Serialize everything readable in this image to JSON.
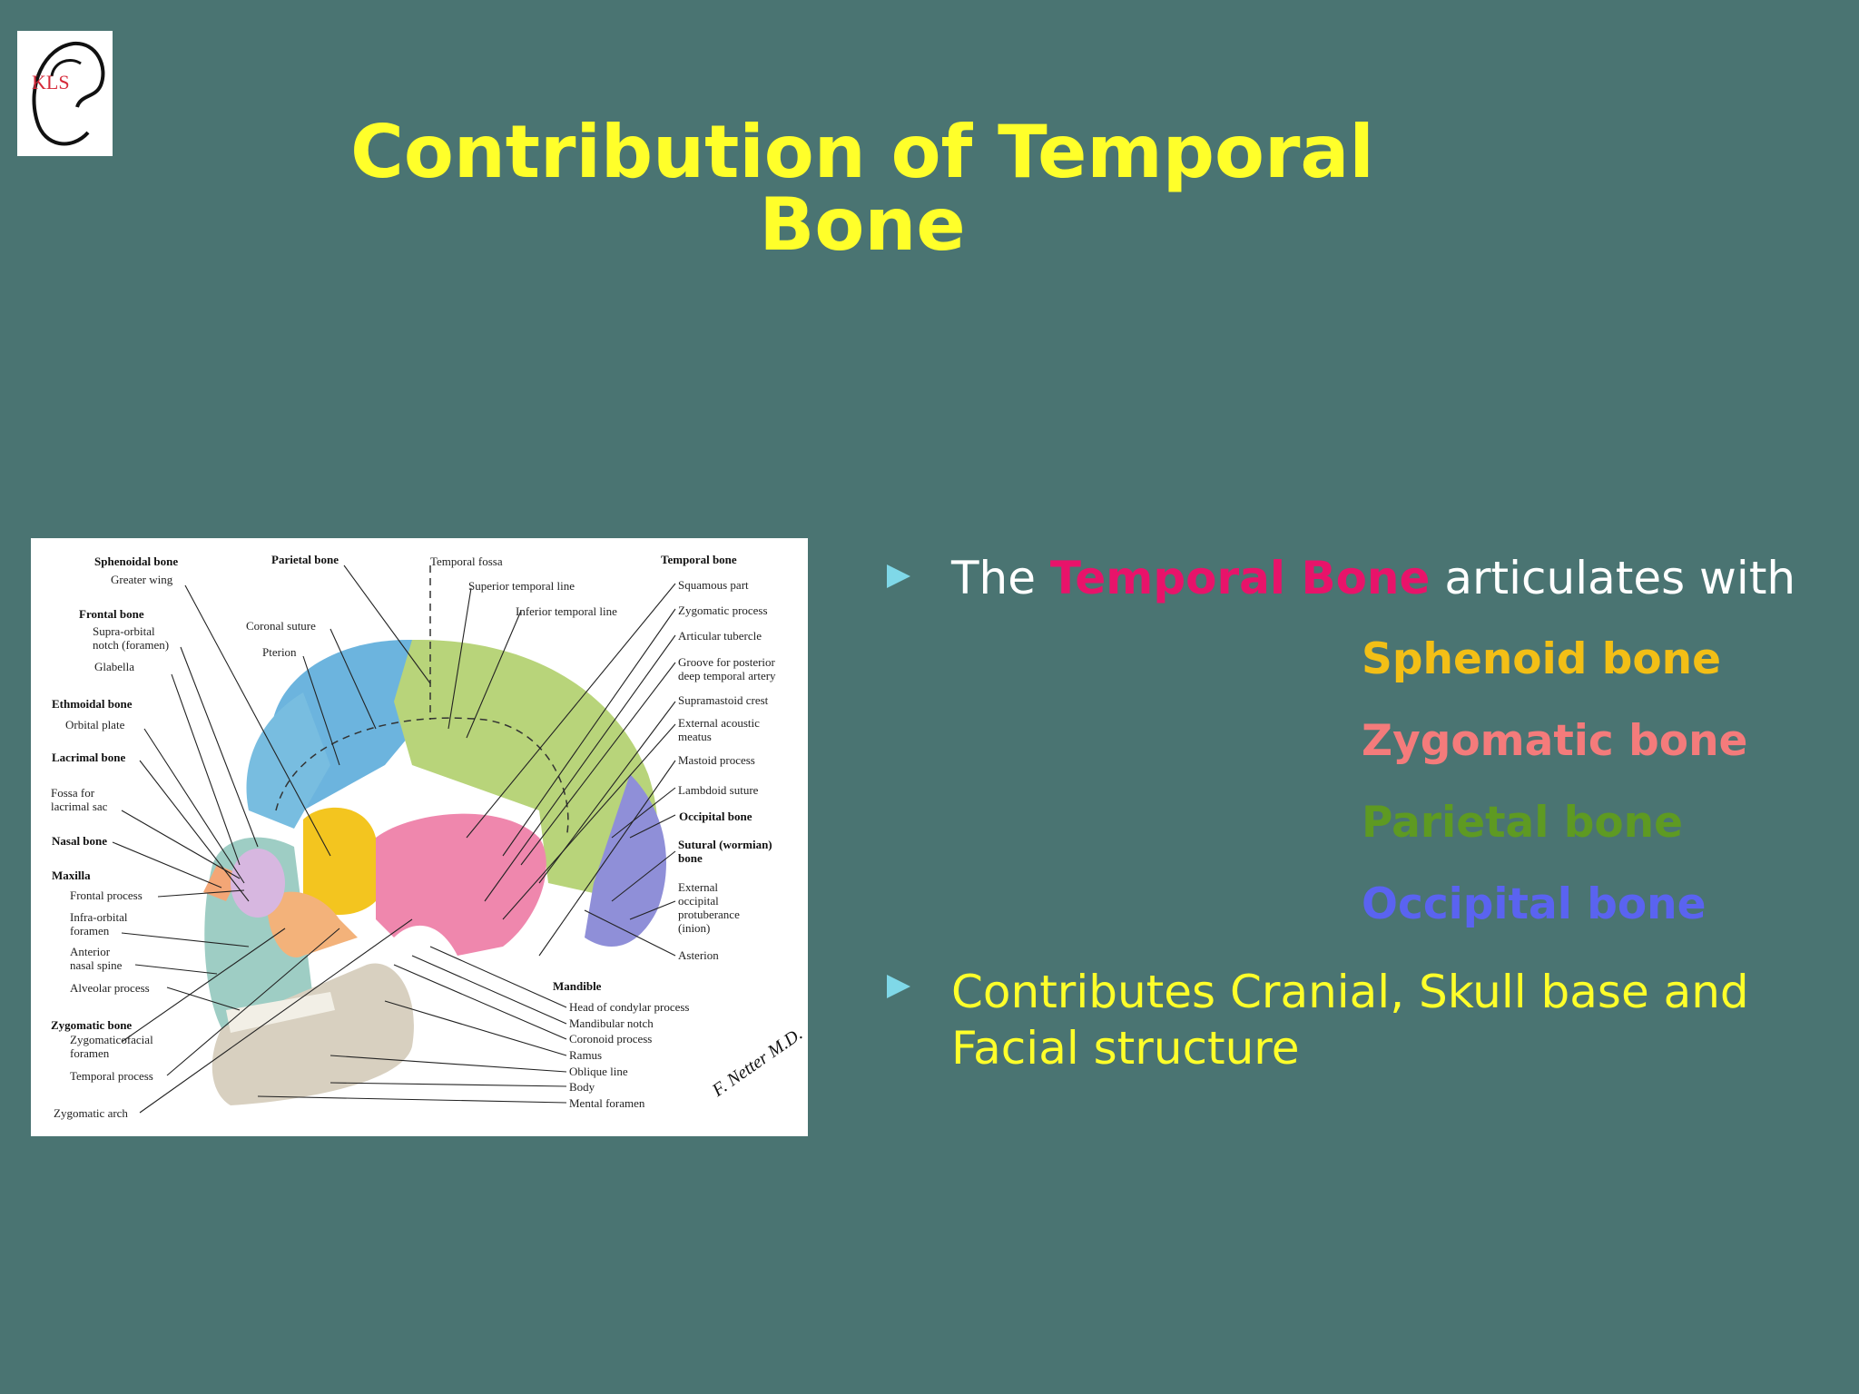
{
  "logo": {
    "text": "KLS"
  },
  "title": "Contribution of Temporal Bone",
  "bullets": {
    "b1_pre": "The ",
    "b1_highlight": "Temporal Bone",
    "b1_post": " articulates with",
    "bones": [
      "Sphenoid  bone",
      "Zygomatic bone",
      "Parietal bone",
      "Occipital bone"
    ],
    "b2": "Contributes Cranial, Skull base and Facial structure"
  },
  "figure": {
    "signature": "F. Netter M.D.",
    "labels_left": [
      "Sphenoidal bone",
      "Greater wing",
      "Frontal bone",
      "Supra-orbital",
      "notch (foramen)",
      "Glabella",
      "Ethmoidal bone",
      "Orbital plate",
      "Lacrimal bone",
      "Fossa for",
      "lacrimal sac",
      "Nasal bone",
      "Maxilla",
      "Frontal process",
      "Infra-orbital",
      "foramen",
      "Anterior",
      "nasal spine",
      "Alveolar process",
      "Zygomatic bone",
      "Zygomaticofacial",
      "foramen",
      "Temporal process",
      "Zygomatic arch"
    ],
    "labels_top": [
      "Parietal bone",
      "Coronal suture",
      "Pterion",
      "Temporal fossa",
      "Superior temporal line",
      "Inferior temporal line"
    ],
    "labels_right": [
      "Temporal bone",
      "Squamous part",
      "Zygomatic process",
      "Articular tubercle",
      "Groove for posterior",
      "deep temporal artery",
      "Supramastoid crest",
      "External acoustic",
      "meatus",
      "Mastoid process",
      "Lambdoid suture",
      "Occipital bone",
      "Sutural (wormian)",
      "bone",
      "External",
      "occipital",
      "protuberance",
      "(inion)",
      "Asterion"
    ],
    "labels_bottom": [
      "Mandible",
      "Head of condylar process",
      "Mandibular notch",
      "Coronoid process",
      "Ramus",
      "Oblique line",
      "Body",
      "Mental foramen"
    ]
  }
}
